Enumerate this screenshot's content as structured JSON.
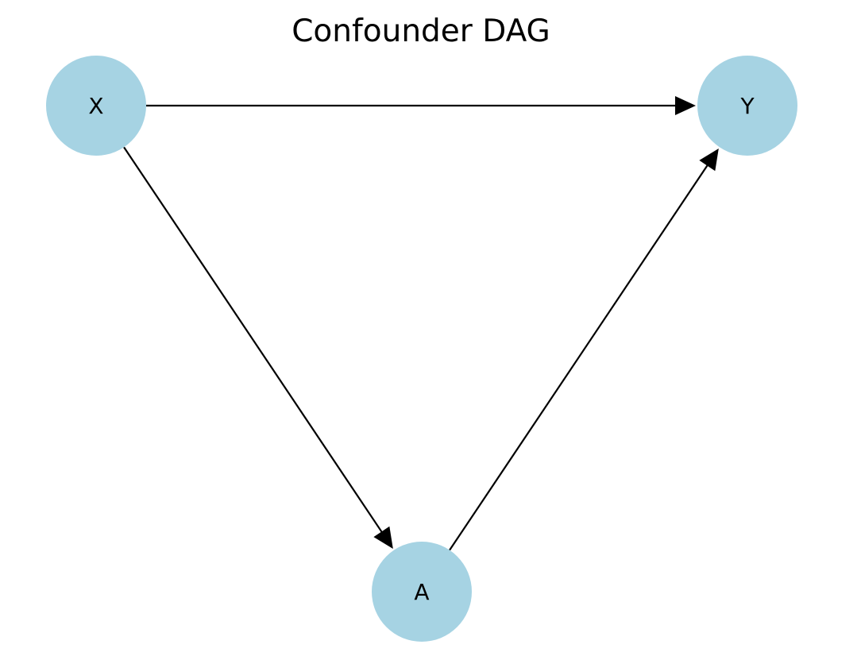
{
  "title": "Confounder DAG",
  "colors": {
    "node_fill": "#a6d3e3",
    "edge": "#000000",
    "background": "#ffffff"
  },
  "nodes": [
    {
      "id": "X",
      "label": "X"
    },
    {
      "id": "Y",
      "label": "Y"
    },
    {
      "id": "A",
      "label": "A"
    }
  ],
  "edges": [
    {
      "from": "X",
      "to": "Y"
    },
    {
      "from": "X",
      "to": "A"
    },
    {
      "from": "A",
      "to": "Y"
    }
  ]
}
